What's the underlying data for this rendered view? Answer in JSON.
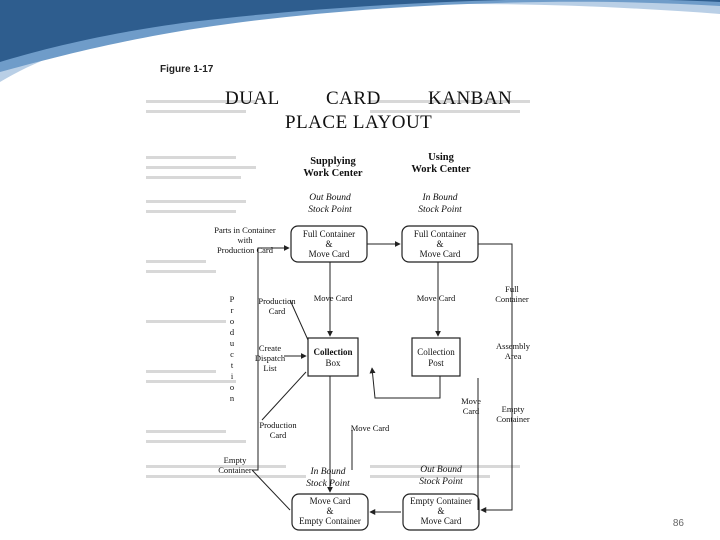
{
  "figure_label": "Figure 1-17",
  "title_line1": [
    "DUAL",
    "CARD",
    "KANBAN"
  ],
  "title_line2": "PLACE LAYOUT",
  "columns": {
    "supplying": [
      "Supplying",
      "Work Center"
    ],
    "using": [
      "Using",
      "Work Center"
    ]
  },
  "stock_points": {
    "out_bound_top": [
      "Out Bound",
      "Stock Point"
    ],
    "in_bound_top": [
      "In Bound",
      "Stock Point"
    ],
    "in_bound_bottom": [
      "In Bound",
      "Stock Point"
    ],
    "out_bound_bottom": [
      "Out Bound",
      "Stock Point"
    ]
  },
  "boxes": {
    "left_top": [
      "Full Container",
      "&",
      "Move Card"
    ],
    "right_top": [
      "Full Container",
      "&",
      "Move Card"
    ],
    "collection_box": [
      "Collection",
      "Box"
    ],
    "collection_post": [
      "Collection",
      "Post"
    ],
    "left_bottom": [
      "Move Card",
      "&",
      "Empty Container"
    ],
    "right_bottom": [
      "Empty Container",
      "&",
      "Move Card"
    ]
  },
  "labels": {
    "parts_in_container": [
      "Parts in Container",
      "with",
      "Production Card"
    ],
    "production_card_upper": [
      "Production",
      "Card"
    ],
    "move_card_left_mid": "Move Card",
    "move_card_right_mid": "Move Card",
    "create_dispatch": [
      "Create",
      "Dispatch",
      "List"
    ],
    "production_vertical": [
      "P",
      "r",
      "o",
      "d",
      "u",
      "c",
      "t",
      "i",
      "o",
      "n"
    ],
    "full_container": [
      "Full",
      "Container"
    ],
    "assembly_area": [
      "Assembly",
      "Area"
    ],
    "move_card_right_low": [
      "Move",
      "Card"
    ],
    "empty_container_right": [
      "Empty",
      "Container"
    ],
    "production_card_lower": [
      "Production",
      "Card"
    ],
    "move_card_center_low": "Move Card",
    "empty_container_left": [
      "Empty",
      "Container"
    ]
  },
  "slide_number": "86",
  "colors": {
    "swoosh_dark": "#2e5d8e",
    "swoosh_light": "#b9cfe6",
    "line": "#222222"
  }
}
